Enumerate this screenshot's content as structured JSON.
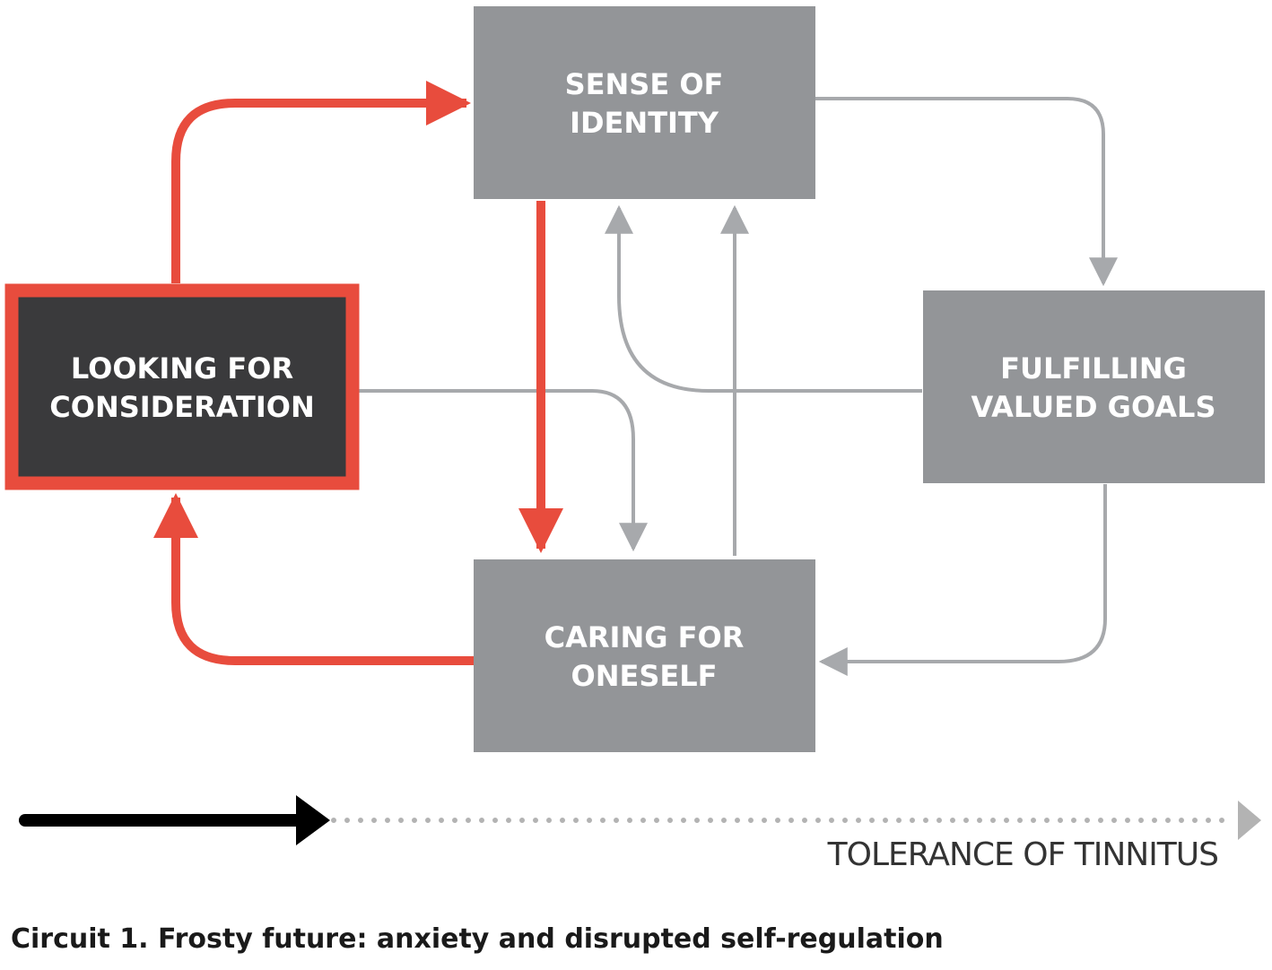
{
  "nodes": {
    "sense_of_identity": {
      "line1": "SENSE OF",
      "line2": "IDENTITY"
    },
    "looking_for_consideration": {
      "line1": "LOOKING FOR",
      "line2": "CONSIDERATION"
    },
    "fulfilling_valued_goals": {
      "line1": "FULFILLING",
      "line2": "VALUED GOALS"
    },
    "caring_for_oneself": {
      "line1": "CARING FOR",
      "line2": "ONESELF"
    }
  },
  "axis": {
    "label": "TOLERANCE OF TINNITUS"
  },
  "caption": "Circuit 1. Frosty future: anxiety and disrupted self-regulation",
  "colors": {
    "highlight": "#e84c3d",
    "box_gray": "#939598",
    "box_dark": "#3a3a3c",
    "connector_gray": "#a7a9ac",
    "axis_solid": "#000000",
    "axis_dotted": "#b3b3b3"
  }
}
